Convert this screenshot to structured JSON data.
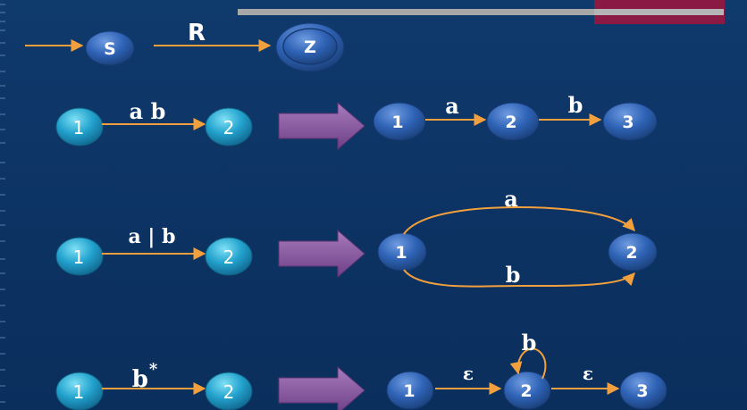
{
  "colors": {
    "background": "#0d3464",
    "arrow": "#f2a03d",
    "node_dark": "#2e62b4",
    "node_light": "#1e9cc7",
    "fat_arrow": "#8a5aa0",
    "top_bar": "#a8a8a8",
    "accent_block": "#8a1a44"
  },
  "top": {
    "start_label": "S",
    "end_label": "Z",
    "edge_label": "R"
  },
  "rows": [
    {
      "left": {
        "from": "1",
        "to": "2",
        "label": "a b"
      },
      "right": {
        "nodes": [
          "1",
          "2",
          "3"
        ],
        "edges": [
          "a",
          "b"
        ]
      }
    },
    {
      "left": {
        "from": "1",
        "to": "2",
        "label": "a | b"
      },
      "right": {
        "nodes": [
          "1",
          "2"
        ],
        "top_label": "a",
        "bottom_label": "b"
      }
    },
    {
      "left": {
        "from": "1",
        "to": "2",
        "label": "b",
        "superscript": "*"
      },
      "right": {
        "nodes": [
          "1",
          "2",
          "3"
        ],
        "edges": [
          "ε",
          "ε"
        ],
        "loop_label": "b"
      }
    }
  ]
}
